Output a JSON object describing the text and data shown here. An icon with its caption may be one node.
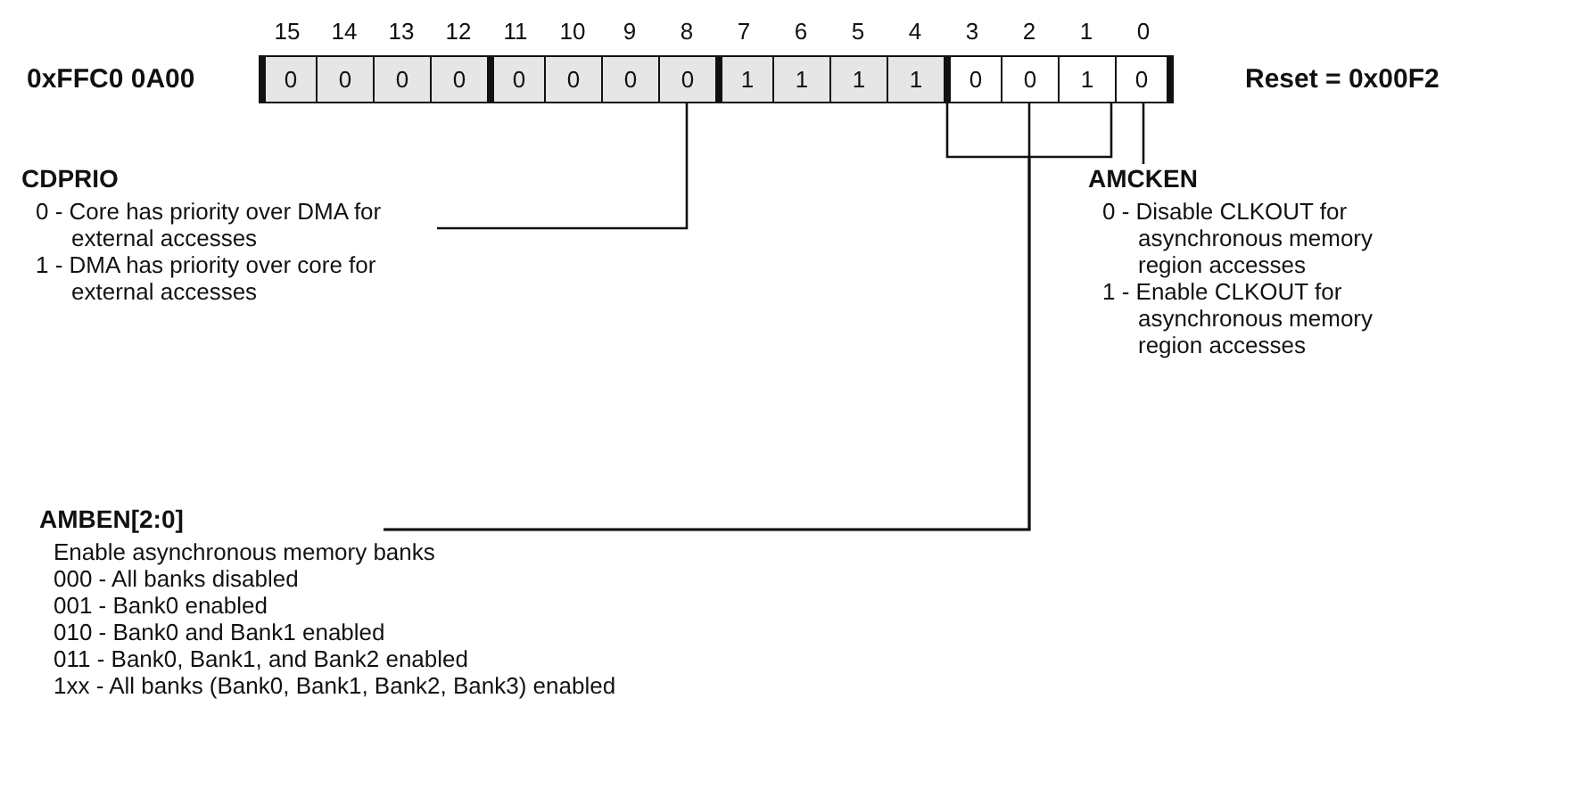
{
  "diagram": {
    "nodes": [
      {
        "text": [
          "0"
        ]
      },
      {
        "text": [
          "0"
        ]
      },
      {
        "text": [
          "0"
        ]
      },
      {
        "text": [
          "0"
        ]
      },
      {
        "text": [
          "0"
        ]
      },
      {
        "text": [
          "0"
        ]
      },
      {
        "text": [
          "0"
        ]
      },
      {
        "text": [
          "0"
        ]
      },
      {
        "text": [
          "1"
        ]
      },
      {
        "text": [
          "1"
        ]
      },
      {
        "text": [
          "1"
        ]
      },
      {
        "text": [
          "1"
        ]
      },
      {
        "text": [
          "0"
        ]
      },
      {
        "text": [
          "0"
        ]
      },
      {
        "text": [
          "1"
        ]
      },
      {
        "text": [
          "0"
        ]
      },
      {
        "text": [
          "CDPRIO",
          "0 - Core has priority over DMA for external accesses",
          "1 - DMA has priority over core for external accesses"
        ]
      },
      {
        "text": [
          "AMCKEN",
          "0 - Disable CLKOUT for asynchronous memory region accesses",
          "1 - Enable CLKOUT for asynchronous memory region accesses"
        ]
      },
      {
        "text": [
          "AMBEN[2:0]",
          "Enable asynchronous memory banks",
          "000 - All banks disabled",
          "001 - Bank0 enabled",
          "010 - Bank0 and Bank1 enabled",
          "011 - Bank0, Bank1, and Bank2 enabled",
          "1xx - All banks (Bank0, Bank1, Bank2, Bank3) enabled"
        ]
      }
    ],
    "edges": [
      {
        "from": 16,
        "to": 7,
        "arrow": "none"
      },
      {
        "from": 17,
        "to": 15,
        "arrow": "none"
      },
      {
        "from": 18,
        "to": 12,
        "arrow": "none"
      },
      {
        "from": 18,
        "to": 13,
        "arrow": "none"
      },
      {
        "from": 18,
        "to": 14,
        "arrow": "none"
      }
    ],
    "labels": [
      "15",
      "14",
      "13",
      "12",
      "11",
      "10",
      "9",
      "8",
      "7",
      "6",
      "5",
      "4",
      "3",
      "2",
      "1",
      "0",
      "0xFFC0 0A00",
      "Reset = 0x00F2"
    ]
  }
}
